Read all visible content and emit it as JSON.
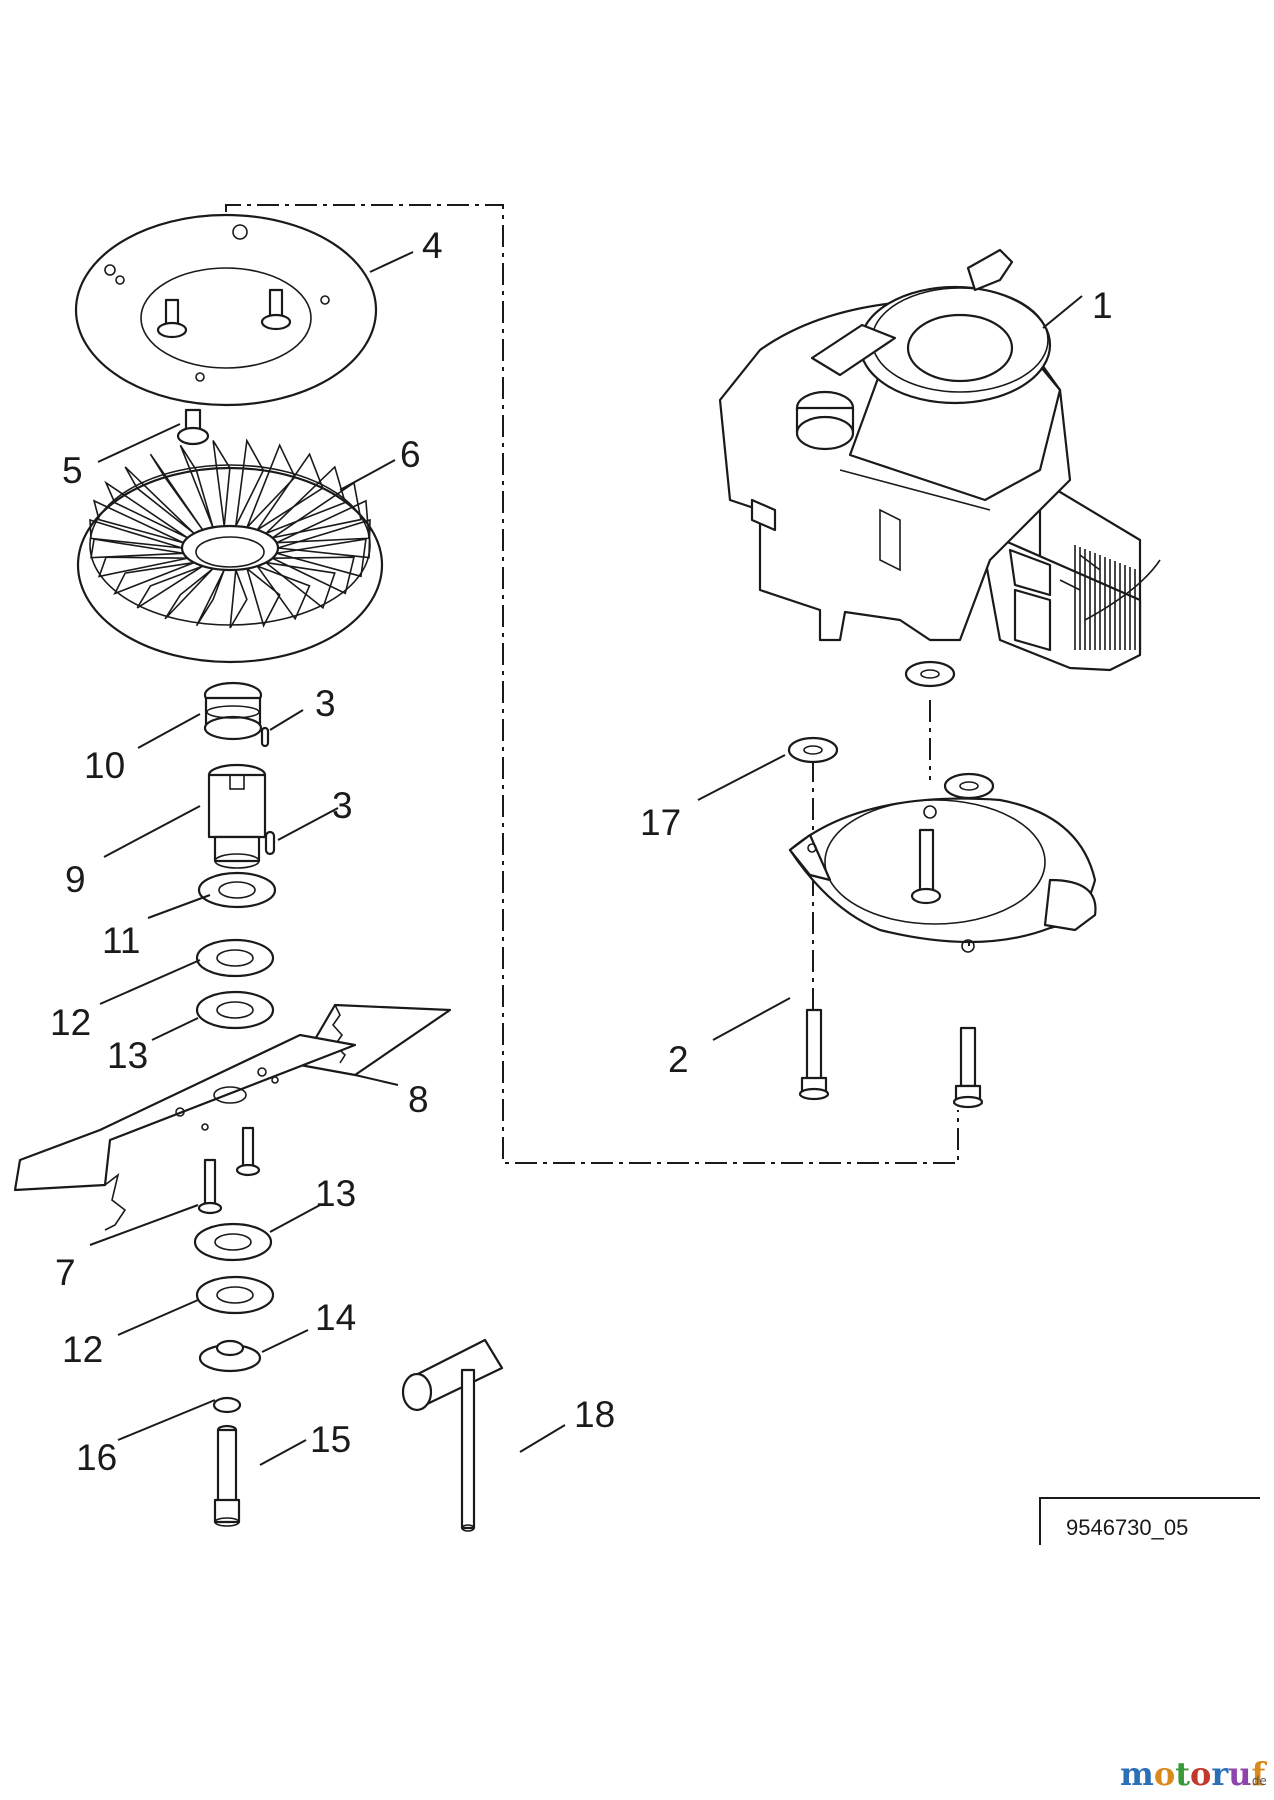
{
  "diagram": {
    "reference_number": "9546730_05",
    "callouts": [
      "1",
      "2",
      "3",
      "3",
      "4",
      "5",
      "6",
      "7",
      "8",
      "9",
      "10",
      "11",
      "12",
      "12",
      "13",
      "13",
      "14",
      "15",
      "16",
      "17",
      "18"
    ]
  },
  "watermark": {
    "brand_letters": [
      "m",
      "o",
      "t",
      "o",
      "r",
      "u",
      "f"
    ],
    "brand_colors": [
      "#2b6fb6",
      "#d98a1a",
      "#3a9a3a",
      "#c0392b",
      "#2b6fb6",
      "#8e44ad",
      "#d98a1a"
    ],
    "tld": ".de"
  }
}
